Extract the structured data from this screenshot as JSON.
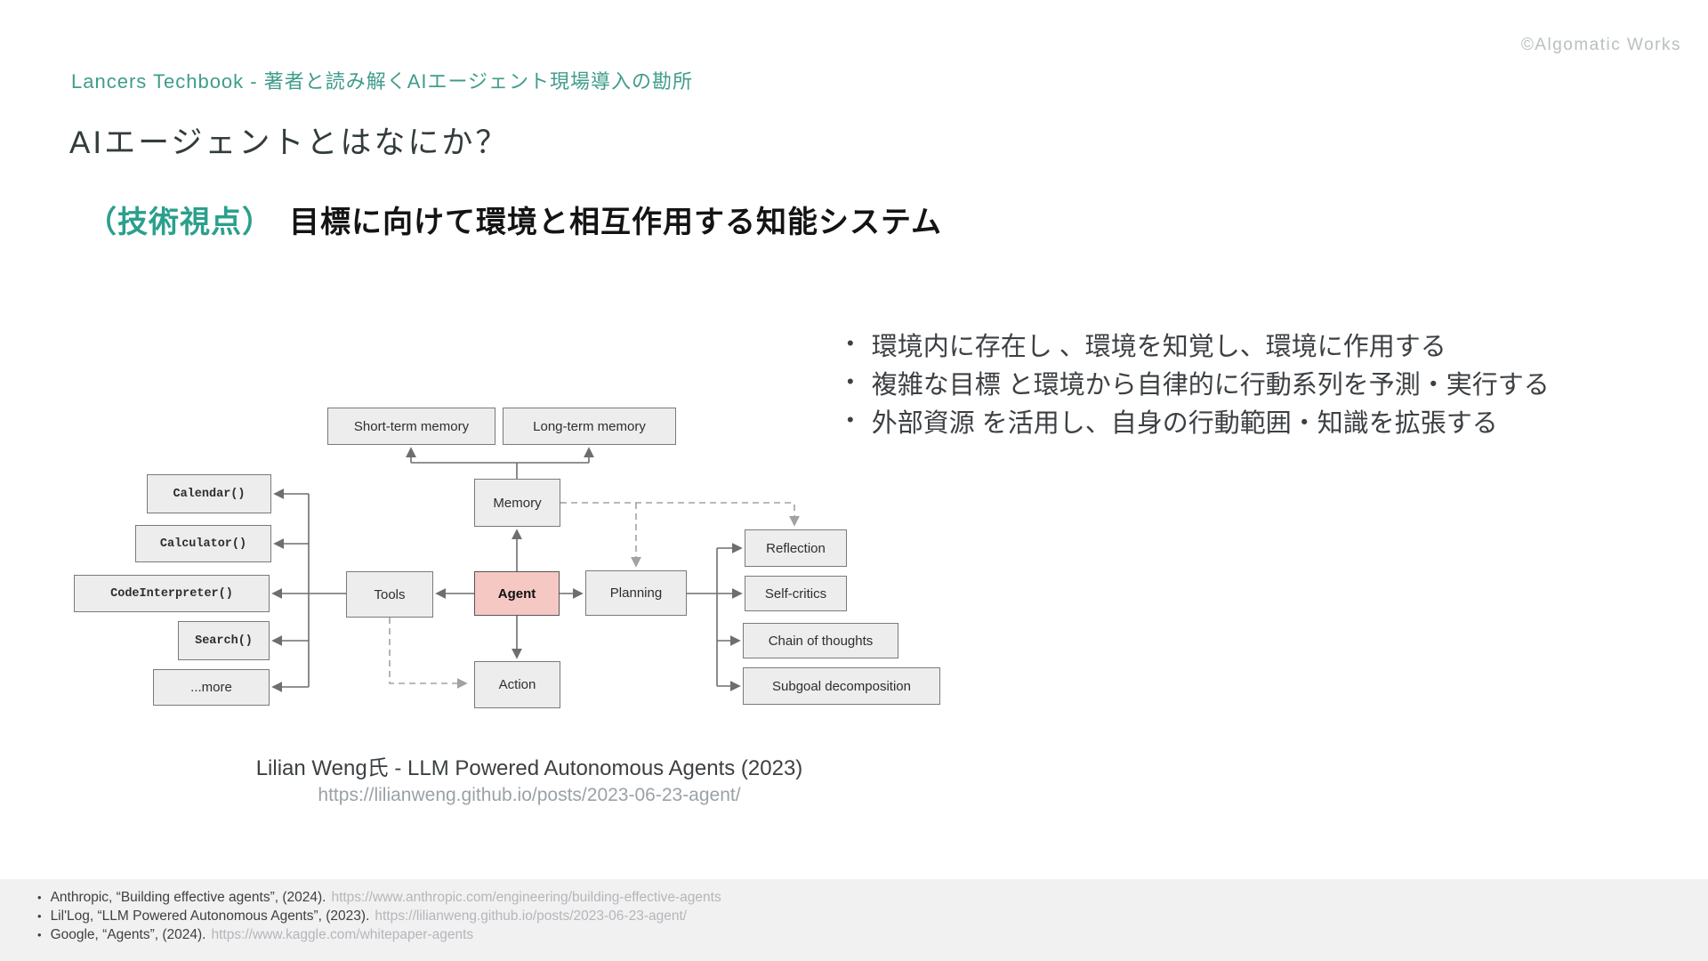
{
  "slide": {
    "copyright": "©Algomatic Works",
    "kicker": "Lancers Techbook - 著者と読み解くAIエージェント現場導入の勘所",
    "title": "AIエージェントとはなにか？",
    "subtitle_tag": "（技術視点）",
    "subtitle_text": "目標に向けて環境と相互作用する知能システム"
  },
  "bullets": [
    "環境内に存在し 、環境を知覚し、環境に作用する",
    "複雑な目標 と環境から自律的に行動系列を予測・実行する",
    "外部資源 を活用し、自身の行動範囲・知識を拡張する"
  ],
  "diagram": {
    "boxes": {
      "short_term": "Short-term memory",
      "long_term": "Long-term memory",
      "memory": "Memory",
      "calendar": "Calendar()",
      "calculator": "Calculator()",
      "code_interpreter": "CodeInterpreter()",
      "search": "Search()",
      "more": "...more",
      "tools": "Tools",
      "agent": "Agent",
      "planning": "Planning",
      "action": "Action",
      "reflection": "Reflection",
      "self_critics": "Self-critics",
      "chain_of_thoughts": "Chain of thoughts",
      "subgoal_decomposition": "Subgoal decomposition"
    },
    "caption": "Lilian Weng氏 - LLM Powered Autonomous Agents (2023)",
    "caption_url": "https://lilianweng.github.io/posts/2023-06-23-agent/"
  },
  "footer": {
    "references": [
      {
        "citation": "Anthropic, “Building effective agents”, (2024).",
        "url": "https://www.anthropic.com/engineering/building-effective-agents"
      },
      {
        "citation": "Lil'Log, “LLM Powered Autonomous Agents”, (2023).",
        "url": "https://lilianweng.github.io/posts/2023-06-23-agent/"
      },
      {
        "citation": "Google, “Agents”, (2024).",
        "url": "https://www.kaggle.com/whitepaper-agents"
      }
    ]
  },
  "colors": {
    "accent_teal": "#2aa08c",
    "agent_box_fill": "#f5c8c4",
    "diagram_box_fill": "#ededed",
    "footer_background": "#f1f1f2"
  }
}
